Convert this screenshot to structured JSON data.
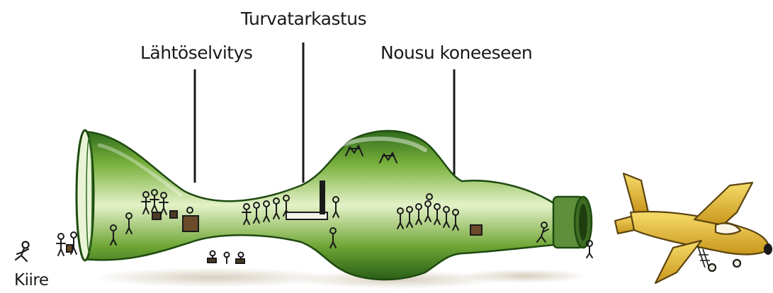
{
  "labels": {
    "check_in": "Lähtöselvitys",
    "security": "Turvatarkastus",
    "boarding": "Nousu koneeseen",
    "hurry": "Kiire"
  },
  "icons": [
    "running-person-icon",
    "airplane-icon"
  ],
  "colors": {
    "bottle_dark": "#2f6b1c",
    "bottle_mid": "#5a9a2a",
    "bottle_light": "#d9ecb8",
    "plane": "#e6b92e",
    "plane_dark": "#8a6a12",
    "ink": "#1a1a1a"
  }
}
